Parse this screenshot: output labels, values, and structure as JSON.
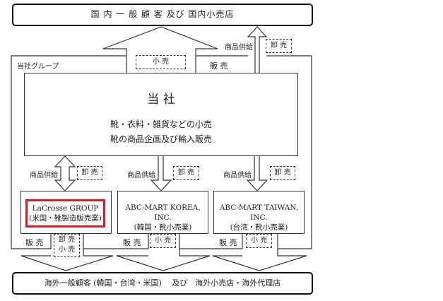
{
  "top_customers": "国 内 一 般 顧 客 及び 国内小売店",
  "group_label": "当社グループ",
  "retail_top": "小 売",
  "sales_top": "販 売",
  "supply_top": "商品供給",
  "wholesale_top": "卸 売",
  "company": {
    "title": "当 社",
    "line1": "靴・衣料・雑貨などの小売",
    "line2": "靴の商品企画及び輸入販売"
  },
  "subsidiaries": [
    {
      "name": "LaCrosse GROUP",
      "desc": "(米国・靴製造販売業)",
      "supply": "商品供給",
      "wholesale": "卸 売",
      "sales": "販 売",
      "channel1": "卸 売",
      "channel2": "小 売"
    },
    {
      "name": "ABC-MART KOREA, INC.",
      "desc": "(韓国・靴小売業)",
      "supply": "商品供給",
      "wholesale": "卸 売",
      "sales": "販 売",
      "channel1": "小 売"
    },
    {
      "name": "ABC-MART TAIWAN, INC.",
      "desc": "(台湾・靴小売業)",
      "supply": "商品供給",
      "wholesale": "卸 売",
      "sales": "販 売",
      "channel1": "小 売"
    }
  ],
  "bottom_customers": "海外一般顧客 (韓国・台湾・米国)　 及び　海外小売店・海外代理店",
  "highlight_color": "#d0202a"
}
